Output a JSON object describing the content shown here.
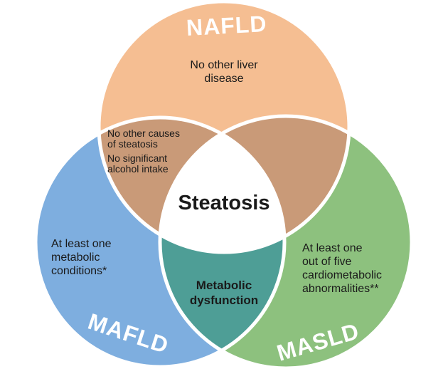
{
  "colors": {
    "nafld": "#F5BE92",
    "overlap": "#C99A78",
    "mafld": "#7EAEDF",
    "masld": "#8DC17E",
    "metabolic": "#4E9E96",
    "center": "#FFFFFF"
  },
  "labels": {
    "nafld": "NAFLD",
    "mafld": "MAFLD",
    "masld": "MASLD"
  },
  "regions": {
    "nafld_text": [
      "No other liver",
      "disease"
    ],
    "overlap_text": [
      "No other causes",
      "of steatosis",
      "No significant",
      "alcohol intake"
    ],
    "center_text": "Steatosis",
    "mafld_text": [
      "At least one",
      "metabolic",
      "conditions*"
    ],
    "masld_text": [
      "At least one",
      "out of five",
      "cardiometabolic",
      "abnormalities**"
    ],
    "metabolic_text": [
      "Metabolic",
      "dysfunction"
    ]
  }
}
